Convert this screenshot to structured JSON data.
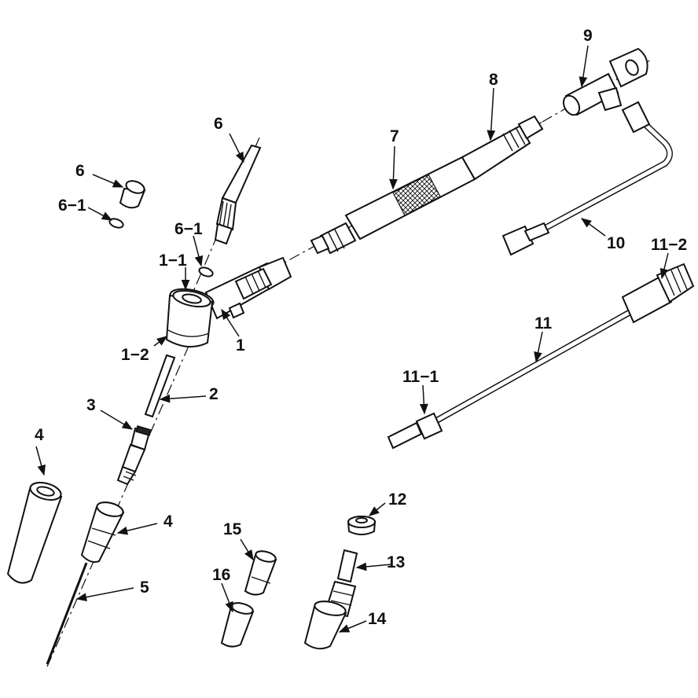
{
  "callouts": {
    "c1": "1",
    "c1_1": "1−1",
    "c1_2": "1−2",
    "c2": "2",
    "c3": "3",
    "c4_loose": "4",
    "c4_fitted": "4",
    "c5": "5",
    "c6_cap": "6",
    "c6_nozzle": "6",
    "c6_1_cap": "6−1",
    "c6_1_nozzle": "6−1",
    "c7": "7",
    "c8": "8",
    "c9": "9",
    "c10": "10",
    "c11": "11",
    "c11_1": "11−1",
    "c11_2": "11−2",
    "c12": "12",
    "c13": "13",
    "c14": "14",
    "c15": "15",
    "c16": "16"
  },
  "colors": {
    "line": "#111111",
    "paper": "#ffffff"
  }
}
